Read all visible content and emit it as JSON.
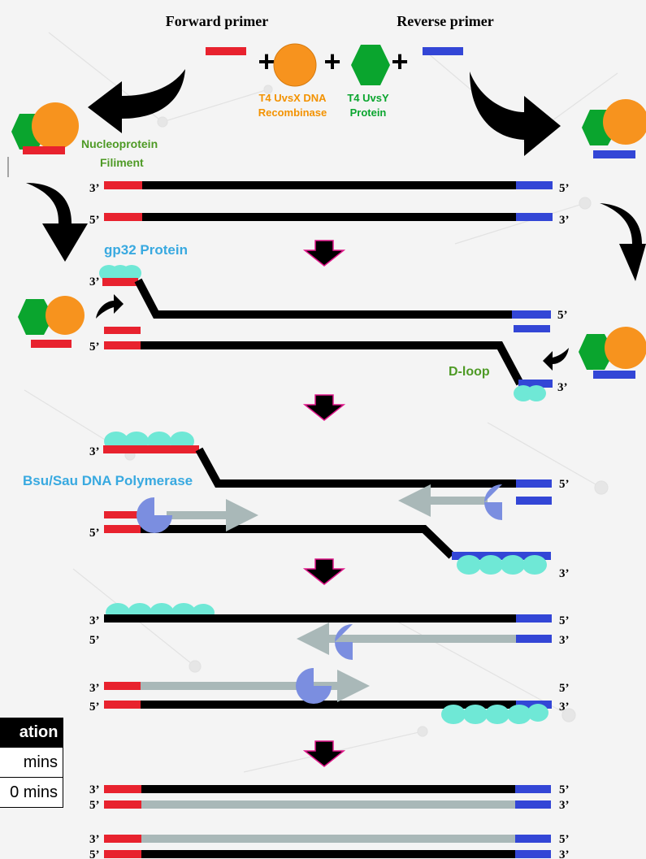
{
  "labels": {
    "forward_primer": "Forward primer",
    "reverse_primer": "Reverse primer",
    "recombinase_line1": "T4 UvsX DNA",
    "recombinase_line2": "Recombinase",
    "uvsy_line1": "T4 UvsY",
    "uvsy_line2": "Protein",
    "nucleoprotein_line1": "Nucleoprotein",
    "nucleoprotein_line2": "Filiment",
    "gp32": "gp32 Protein",
    "dloop": "D-loop",
    "polymerase": "Bsu/Sau DNA Polymerase",
    "plus": "+",
    "end3": "3’",
    "end5": "5’"
  },
  "table": {
    "header": "ation",
    "rows": [
      "mins",
      "0 mins"
    ]
  },
  "colors": {
    "forward_primer": "#e8222e",
    "reverse_primer": "#3346d6",
    "dna": "#000000",
    "new_strand": "#a9b8b8",
    "recombinase": "#f7931e",
    "uvsy": "#0aa52e",
    "gp32": "#6fe8d6",
    "polymerase": "#7b8ee0",
    "label_green": "#4e9a25",
    "label_orange": "#f39200",
    "label_blue": "#38a9e0",
    "step_arrow_outline": "#e0168a"
  }
}
